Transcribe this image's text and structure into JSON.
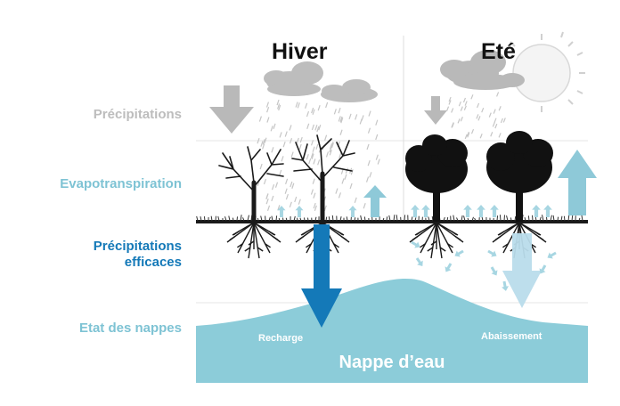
{
  "seasons": {
    "winter": "Hiver",
    "summer": "Eté"
  },
  "rows": {
    "precip": "Précipitations",
    "evapo": "Evapotranspiration",
    "eff_line1": "Précipitations",
    "eff_line2": "efficaces",
    "nappes": "Etat des nappes"
  },
  "aquifer": {
    "title": "Nappe d’eau",
    "recharge": "Recharge",
    "lowering": "Abaissement"
  },
  "colors": {
    "precip_gray": "#b9b9b9",
    "evapo_blue": "#8ec9d8",
    "effective_blue": "#1479b8",
    "aquifer": "#8cccd9",
    "ground": "#1a1a1a"
  }
}
